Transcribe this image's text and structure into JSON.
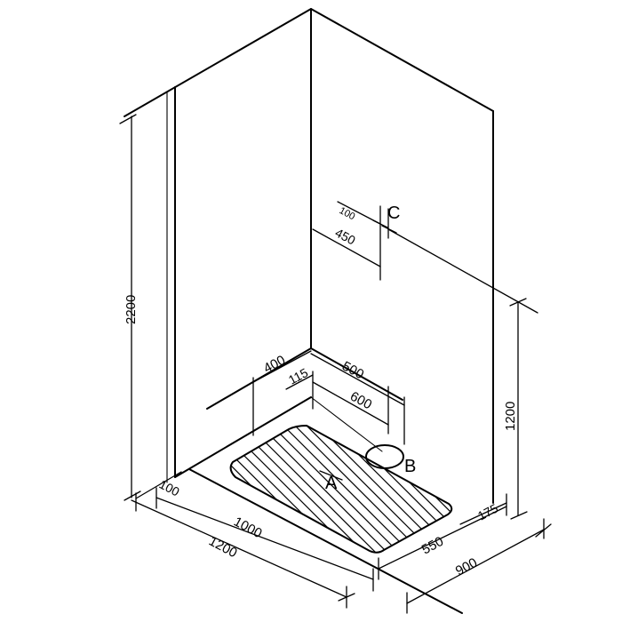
{
  "dimensions": {
    "height_total": "2200",
    "height_wall_connection": "1200",
    "width_total": "1200",
    "width_tray": "1000",
    "width_offset": "100",
    "depth_total": "900",
    "depth_tray": "550",
    "depth_offset": "175",
    "drain_offset_back": "400",
    "drain_width": "500",
    "drain_edge": "115",
    "drain_length": "600",
    "connection_depth": "450",
    "connection_spacing": "100"
  },
  "markers": {
    "a": "A",
    "b": "B",
    "c": "C"
  },
  "colors": {
    "line": "#000000",
    "background": "#ffffff"
  }
}
